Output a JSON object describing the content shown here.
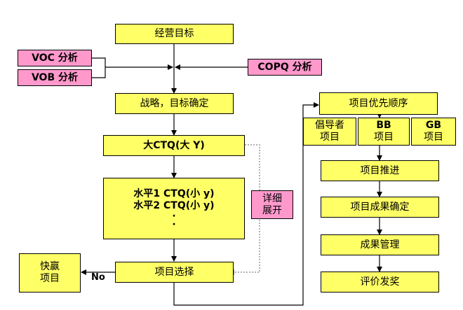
{
  "nodes": {
    "business_goal": "经营目标",
    "voc": "VOC 分析",
    "vob": "VOB 分析",
    "copq": "COPQ 分析",
    "strategy": "战略，目标确定",
    "big_ctq": "大CTQ(大 Y)",
    "small_ctq_1": "水平1 CTQ(小 y)",
    "small_ctq_2": "水平2 CTQ(小 y)",
    "dot": "·",
    "detail_line1": "详细",
    "detail_line2": "展开",
    "project_select": "项目选择",
    "quick_win_line1": "快赢",
    "quick_win_line2": "项目",
    "priority": "项目优先顺序",
    "sponsor_line1": "倡导者",
    "sponsor_line2": "项目",
    "bb_line1": "BB",
    "bb_line2": "项目",
    "gb_line1": "GB",
    "gb_line2": "项目",
    "promote": "项目推进",
    "result_confirm": "项目成果确定",
    "result_manage": "成果管理",
    "evaluate": "评价发奖"
  },
  "labels": {
    "no": "No"
  },
  "colors": {
    "box_fill": "#ffff66",
    "input_fill": "#ff99cc",
    "line": "#000000",
    "dotted": "#808080"
  }
}
